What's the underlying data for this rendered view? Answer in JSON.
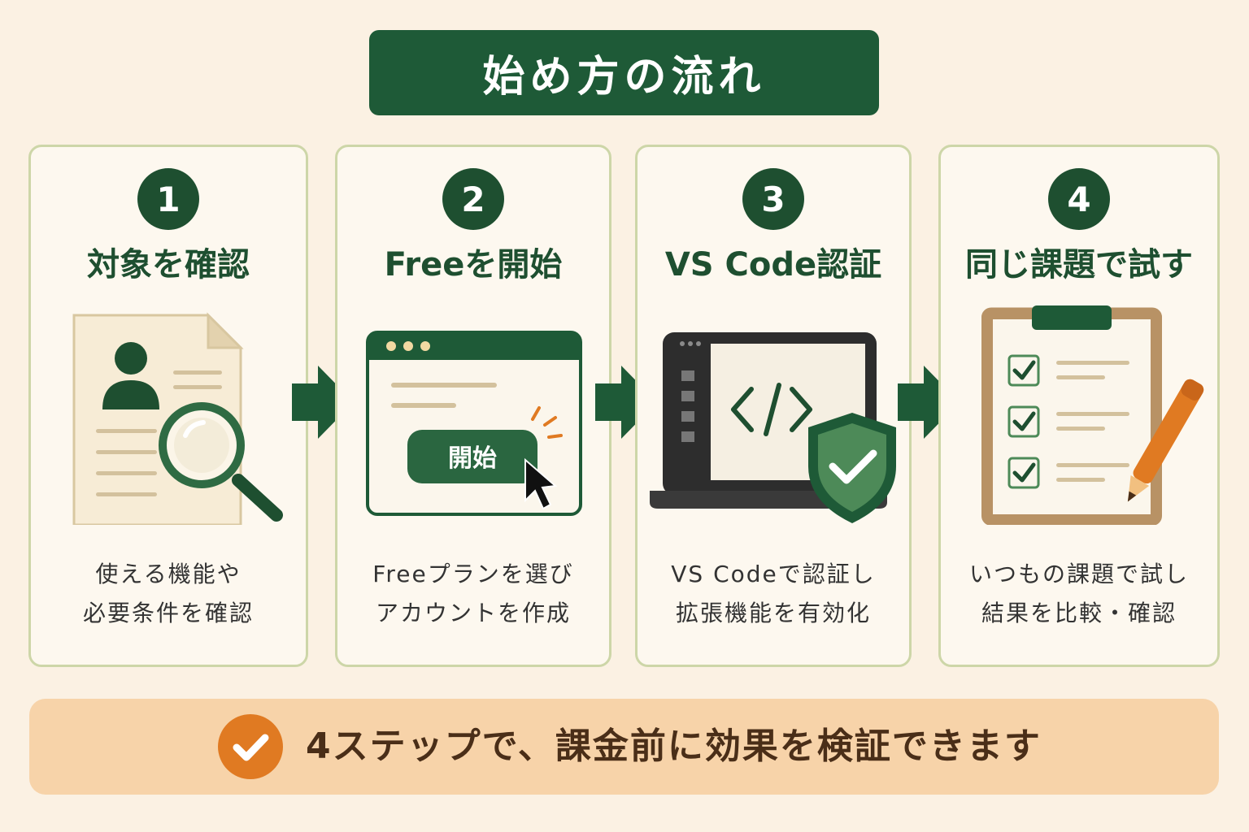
{
  "title": "始め方の流れ",
  "steps": [
    {
      "number": "1",
      "title": "対象を確認",
      "desc": [
        "使える機能や",
        "必要条件を確認"
      ]
    },
    {
      "number": "2",
      "title": "Freeを開始",
      "desc": [
        "Freeプランを選び",
        "アカウントを作成"
      ],
      "button_label": "開始"
    },
    {
      "number": "3",
      "title": "VS Code認証",
      "desc": [
        "VS Codeで認証し",
        "拡張機能を有効化"
      ]
    },
    {
      "number": "4",
      "title": "同じ課題で試す",
      "desc": [
        "いつもの課題で試し",
        "結果を比較・確認"
      ]
    }
  ],
  "banner": {
    "text": "4ステップで、課金前に効果を検証できます"
  },
  "colors": {
    "dark_green": "#1e5a37",
    "accent_orange": "#e07a22",
    "background": "#fbf1e3",
    "banner_bg": "#f7d3a9",
    "card_border": "#cdd6a8"
  }
}
